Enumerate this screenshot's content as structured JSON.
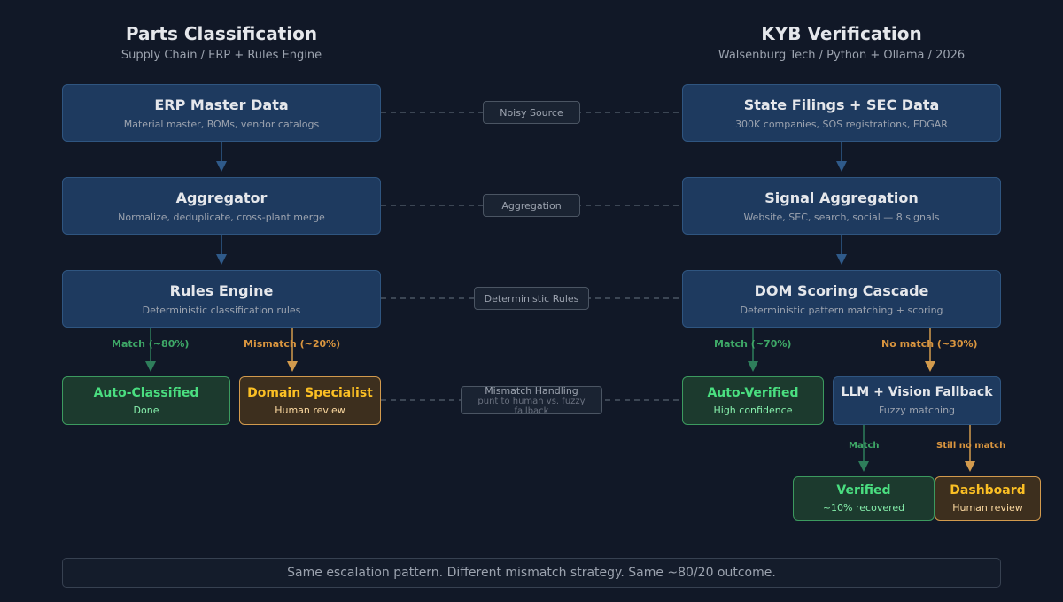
{
  "left": {
    "title": "Parts Classification",
    "subtitle": "Supply Chain / ERP + Rules Engine",
    "erp": {
      "title": "ERP Master Data",
      "sub": "Material master, BOMs, vendor catalogs"
    },
    "aggregator": {
      "title": "Aggregator",
      "sub": "Normalize, deduplicate, cross-plant merge"
    },
    "rules": {
      "title": "Rules Engine",
      "sub": "Deterministic classification rules"
    },
    "match_label": "Match (~80%)",
    "mismatch_label": "Mismatch (~20%)",
    "auto": {
      "title": "Auto-Classified",
      "sub": "Done"
    },
    "specialist": {
      "title": "Domain Specialist",
      "sub": "Human review"
    }
  },
  "right": {
    "title": "KYB Verification",
    "subtitle": "Walsenburg Tech / Python + Ollama / 2026",
    "filings": {
      "title": "State Filings + SEC Data",
      "sub": "300K companies, SOS registrations, EDGAR"
    },
    "signal": {
      "title": "Signal Aggregation",
      "sub": "Website, SEC, search, social — 8 signals"
    },
    "dom": {
      "title": "DOM Scoring Cascade",
      "sub": "Deterministic pattern matching + scoring"
    },
    "match_label": "Match (~70%)",
    "nomatch_label": "No match (~30%)",
    "auto": {
      "title": "Auto-Verified",
      "sub": "High confidence"
    },
    "llm": {
      "title": "LLM + Vision Fallback",
      "sub": "Fuzzy matching"
    },
    "match2_label": "Match",
    "still_label": "Still no match",
    "verified": {
      "title": "Verified",
      "sub": "~10% recovered"
    },
    "dashboard": {
      "title": "Dashboard",
      "sub": "Human review"
    }
  },
  "middle": {
    "noisy": "Noisy Source",
    "aggregation": "Aggregation",
    "deterministic": "Deterministic Rules",
    "mismatch": "Mismatch Handling",
    "mismatch_sub": "punt to human vs. fuzzy fallback"
  },
  "footer": "Same escalation pattern. Different mismatch strategy. Same ~80/20 outcome.",
  "colors": {
    "blue_arrow": "#2f5a8a",
    "green_arrow": "#2e7d5b",
    "orange_arrow": "#d29a4d",
    "dash": "#4b5563"
  }
}
